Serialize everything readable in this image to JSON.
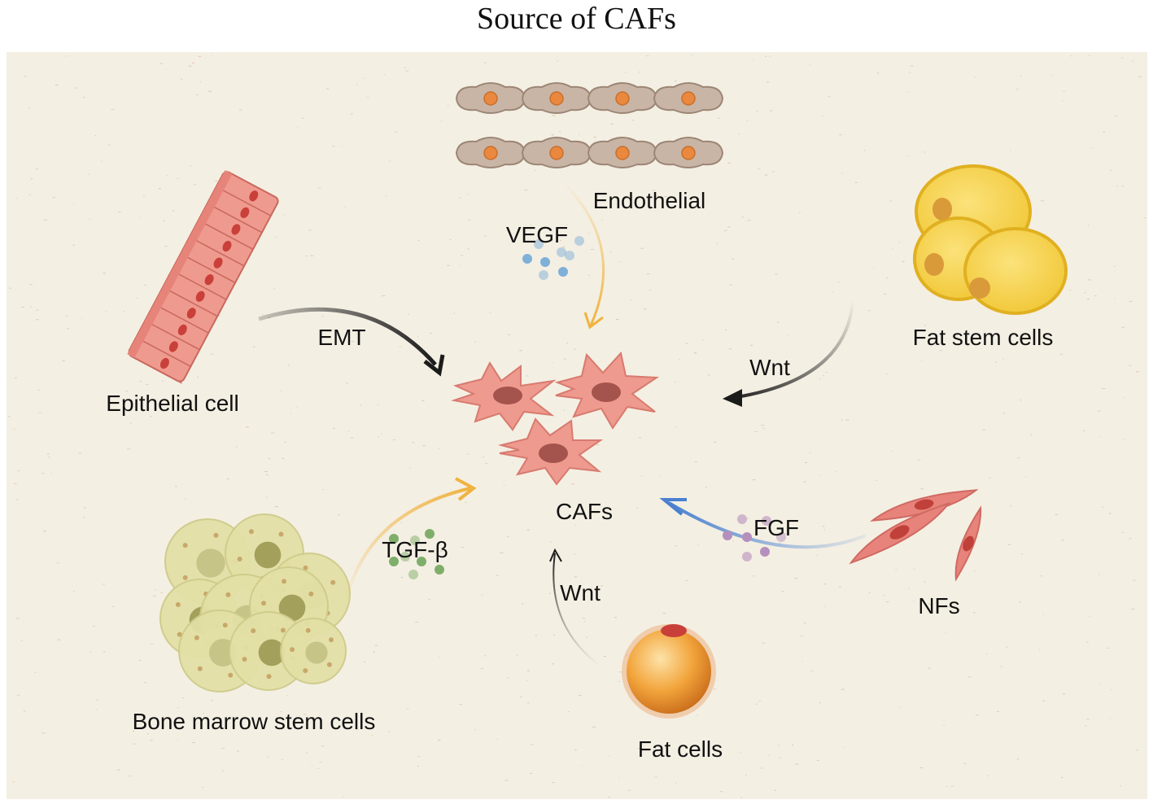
{
  "title": "Source of  CAFs",
  "center": {
    "label": "CAFs"
  },
  "sources": {
    "endothelial": {
      "label": "Endothelial",
      "signal": "VEGF"
    },
    "epithelial": {
      "label": "Epithelial cell",
      "signal": "EMT"
    },
    "fat_stem": {
      "label": "Fat stem cells",
      "signal": "Wnt"
    },
    "bone_marrow": {
      "label": "Bone marrow stem cells",
      "signal": "TGF-β"
    },
    "fat_cells": {
      "label": "Fat cells",
      "signal": "Wnt"
    },
    "nfs": {
      "label": "NFs",
      "signal": "FGF"
    }
  },
  "colors": {
    "background": "#f4efe3",
    "epithelial": "#ef9a8e",
    "endothelial": "#c9b5a6",
    "nucleus_orange": "#e9883e",
    "fat_stem": "#f5d34a",
    "caf": "#ee9a8e",
    "caf_nucleus": "#a5534d",
    "bone_marrow": "#e3e0a6",
    "fat_cell": "#f2a43b",
    "nf": "#e8837b",
    "arrow_orange": "#f0b340",
    "arrow_black": "#1b1b1b",
    "arrow_blue": "#5a8fd6",
    "dot_blue": "#7fb0d8",
    "dot_green": "#7fae6a",
    "dot_purple": "#b590bd"
  }
}
